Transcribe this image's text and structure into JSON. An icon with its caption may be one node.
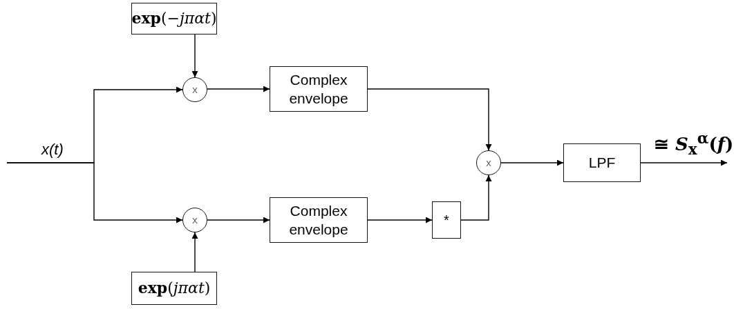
{
  "diagram": {
    "nodes": [
      {
        "text": [
          "**exp**(−*jπαt*)"
        ]
      },
      {
        "text": [
          "x"
        ]
      },
      {
        "text": [
          "Complex envelope"
        ]
      },
      {
        "text": [
          "x"
        ]
      },
      {
        "text": [
          "LPF"
        ]
      },
      {
        "text": [
          "x"
        ]
      },
      {
        "text": [
          "Complex envelope"
        ]
      },
      {
        "text": [
          "*"
        ]
      },
      {
        "text": [
          "**exp**(*jπαt*)"
        ]
      }
    ],
    "edges": [
      {
        "from": 0,
        "to": 1,
        "arrow": "to"
      },
      {
        "from": null,
        "to": 1,
        "arrow": "to"
      },
      {
        "from": null,
        "to": 5,
        "arrow": "to"
      },
      {
        "from": 1,
        "to": 2,
        "arrow": "to"
      },
      {
        "from": 2,
        "to": 3,
        "arrow": "to"
      },
      {
        "from": 3,
        "to": 4,
        "arrow": "to"
      },
      {
        "from": 4,
        "to": null,
        "arrow": "to",
        "label": "≅ *S*$_{x}$$^{α}$(*f*)"
      },
      {
        "from": 5,
        "to": 6,
        "arrow": "to"
      },
      {
        "from": 6,
        "to": 7,
        "arrow": "to"
      },
      {
        "from": 7,
        "to": 3,
        "arrow": "to"
      },
      {
        "from": 8,
        "to": 5,
        "arrow": "to"
      }
    ],
    "labels": [
      "x(t)"
    ]
  }
}
